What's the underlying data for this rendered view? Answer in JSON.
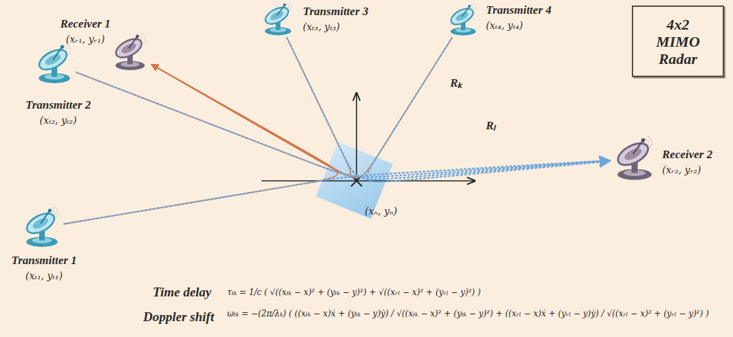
{
  "diagram": {
    "nodes": [
      {
        "text": [
          "Receiver 1",
          "(xᵣ₁, yᵣ₁)"
        ]
      },
      {
        "text": [
          "Transmitter 3",
          "(xₜ₃, yₜ₃)"
        ]
      },
      {
        "text": [
          "Transmitter 4",
          "(xₜ₄, yₜ₄)"
        ]
      },
      {
        "text": [
          "4x2 MIMO Radar"
        ]
      },
      {
        "text": [
          "Transmitter 2",
          "(xₜ₂, yₜ₂)"
        ]
      },
      {
        "text": [
          "(xₙ, yₙ)"
        ]
      },
      {
        "text": [
          "Receiver 2",
          "(xᵣ₂, yᵣ₂)"
        ]
      },
      {
        "text": [
          "Transmitter 1",
          "(xₜ₁, yₜ₁)"
        ]
      }
    ],
    "edges": [
      {
        "from": 7,
        "to": 0,
        "arrow": "to"
      },
      {
        "from": 4,
        "to": 0,
        "arrow": "to"
      },
      {
        "from": 1,
        "to": 0,
        "arrow": "to"
      },
      {
        "from": 2,
        "to": 0,
        "arrow": "to"
      },
      {
        "from": 7,
        "to": 6,
        "arrow": "to"
      },
      {
        "from": 4,
        "to": 6,
        "arrow": "to"
      },
      {
        "from": 1,
        "to": 6,
        "arrow": "to"
      },
      {
        "from": 2,
        "to": 6,
        "arrow": "to"
      }
    ],
    "labels": [
      "Rₖ",
      "Rₗ",
      "Time delay",
      "τₜₖ = 1/c ( √((xₜₖ − x)² + (yₜₖ − y)²) + √((xᵣₗ − x)² + (yᵣₗ − y)²) )",
      "Doppler shift",
      "ωₜₖ = −(2π/λₖ) ( ((xₜₖ − x)ẋ + (yₜₖ − y)ẏ) / √((xₜₖ − x)² + (yₜₖ − y)²) + ((xᵣₗ − x)ẋ + (yᵣₗ − y)ẏ) / √((xᵣₗ − x)² + (yᵣₗ − y)²) )"
    ]
  }
}
